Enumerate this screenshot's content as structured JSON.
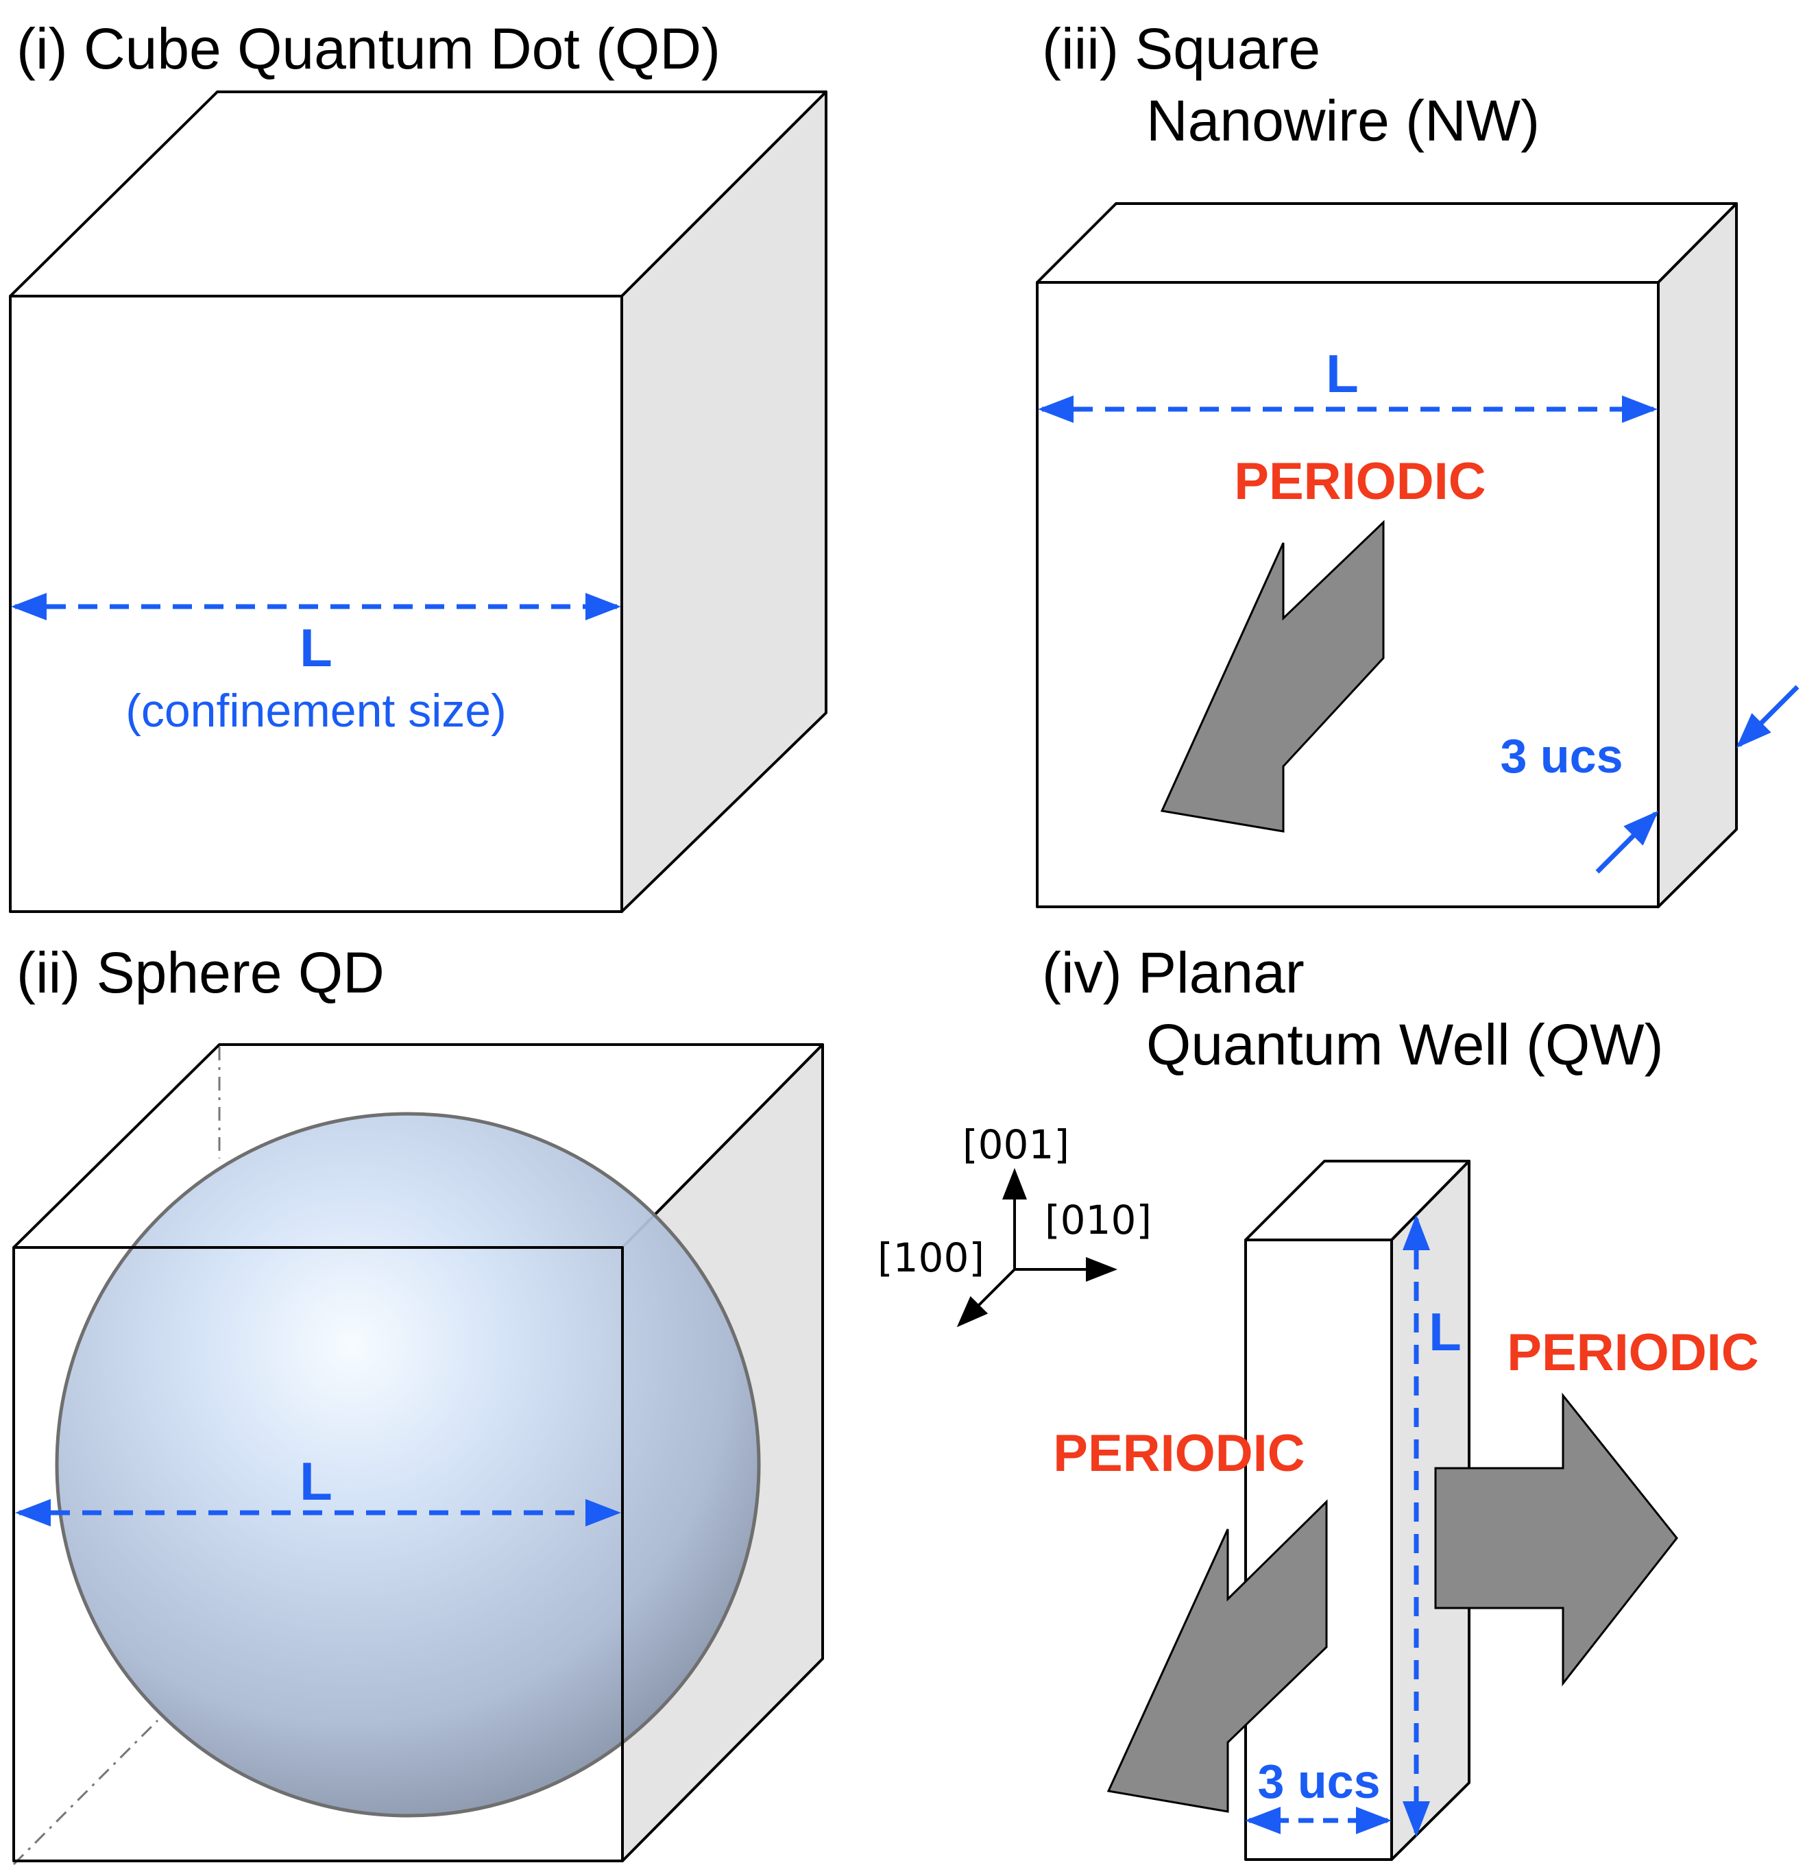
{
  "panels": {
    "cube_qd": {
      "title": "(i) Cube Quantum Dot (QD)",
      "dim_label": "L",
      "dim_sub": "(confinement size)"
    },
    "sphere_qd": {
      "title": "(ii) Sphere QD",
      "dim_label": "L"
    },
    "square_nw": {
      "title_line1": "(iii) Square",
      "title_line2": "Nanowire (NW)",
      "dim_label": "L",
      "periodic_label": "PERIODIC",
      "thickness_label": "3 ucs"
    },
    "planar_qw": {
      "title_line1": "(iv) Planar",
      "title_line2": "Quantum Well (QW)",
      "dim_label": "L",
      "periodic_left": "PERIODIC",
      "periodic_right": "PERIODIC",
      "thickness_label": "3 ucs"
    }
  },
  "axes": {
    "z": "[001]",
    "y": "[010]",
    "x": "[100]"
  },
  "colors": {
    "dimension": "#1a5cf5",
    "periodic": "#f23a1c",
    "arrow_fill": "#8a8a8a",
    "side_face": "#e4e4e4",
    "sphere": "#b4c6e6"
  }
}
